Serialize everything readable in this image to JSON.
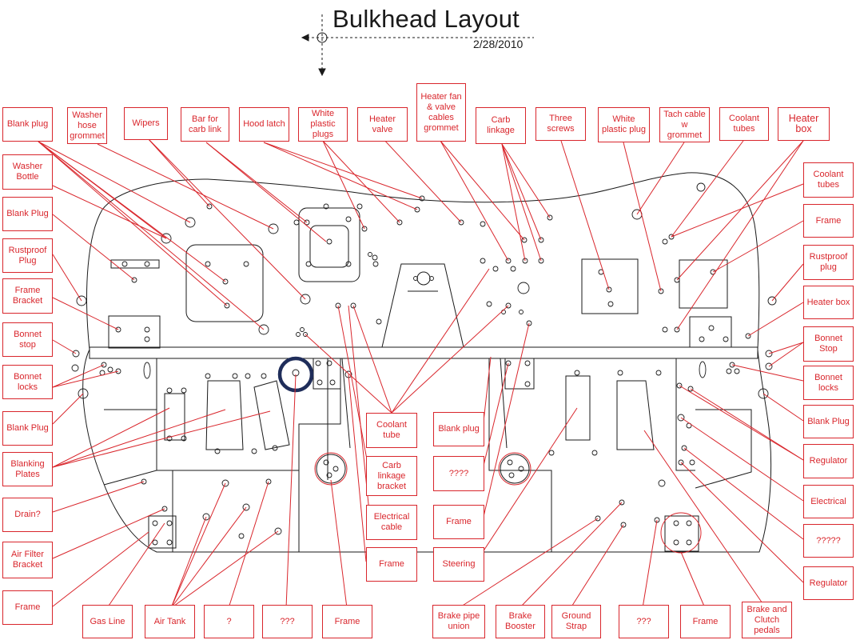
{
  "header": {
    "title": "Bulkhead Layout",
    "date": "2/28/2010"
  },
  "colors": {
    "label": "#d9262c",
    "leader": "#d9262c",
    "drawing": "#1a1a1a",
    "highlight": "#1f2d5a"
  },
  "labels": {
    "blank_plug_1": "Blank plug",
    "washer_hose_grommet": "Washer\nhose\ngrommet",
    "wipers": "Wipers",
    "bar_for_carb_link": "Bar for\ncarb link",
    "hood_latch": "Hood latch",
    "white_plastic_plugs": "White\nplastic\nplugs",
    "heater_valve": "Heater\nvalve",
    "heater_fan_valve_cables_grommet": "Heater fan\n& valve\ncables\ngrommet",
    "carb_linkage": "Carb\nlinkage",
    "three_screws": "Three\nscrews",
    "white_plastic_plug": "White\nplastic plug",
    "tach_cable_w_grommet": "Tach cable\nw\ngrommet",
    "coolant_tubes_top": "Coolant\ntubes",
    "heater_box_top": "Heater\nbox",
    "washer_bottle": "Washer\nBottle",
    "blank_plug_left": "Blank Plug",
    "rustproof_plug_left": "Rustproof\nPlug",
    "frame_bracket": "Frame\nBracket",
    "bonnet_stop_left": "Bonnet\nstop",
    "bonnet_locks_left": "Bonnet\nlocks",
    "blank_plug_left_2": "Blank Plug",
    "blanking_plates": "Blanking\nPlates",
    "drain": "Drain?",
    "air_filter_bracket": "Air Filter\nBracket",
    "frame_left_bottom": "Frame",
    "coolant_tubes_right": "Coolant\ntubes",
    "frame_right": "Frame",
    "rustproof_plug_right": "Rustproof\nplug",
    "heater_box_right": "Heater box",
    "bonnet_stop_right": "Bonnet\nStop",
    "bonnet_locks_right": "Bonnet\nlocks",
    "blank_plug_right": "Blank Plug",
    "regulator_1": "Regulator",
    "electrical": "Electrical",
    "unknown_5q": "?????",
    "regulator_2": "Regulator",
    "coolant_tube": "Coolant\ntube",
    "carb_linkage_bracket": "Carb\nlinkage\nbracket",
    "electrical_cable": "Electrical\ncable",
    "frame_mid": "Frame",
    "blank_plug_mid": "Blank plug",
    "unknown_4q": "????",
    "frame_mid_2": "Frame",
    "steering": "Steering",
    "gas_line": "Gas Line",
    "air_tank": "Air Tank",
    "unknown_1q": "?",
    "unknown_3q_1": "???",
    "frame_bottom_1": "Frame",
    "brake_pipe_union": "Brake pipe\nunion",
    "brake_booster": "Brake\nBooster",
    "ground_strap": "Ground\nStrap",
    "unknown_3q_2": "???",
    "frame_bottom_2": "Frame",
    "brake_and_clutch_pedals": "Brake and\nClutch\npedals"
  }
}
